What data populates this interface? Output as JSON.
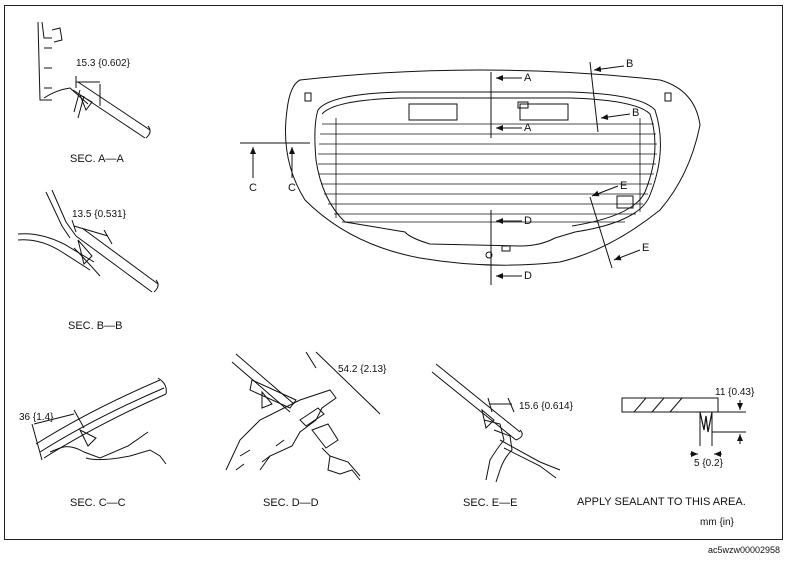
{
  "sections": {
    "a": "SEC. A—A",
    "b": "SEC. B—B",
    "c": "SEC. C—C",
    "d": "SEC. D—D",
    "e": "SEC. E—E"
  },
  "dimensions": {
    "a": "15.3 {0.602}",
    "b": "13.5 {0.531}",
    "c": "36 {1.4}",
    "d": "54.2 {2.13}",
    "e": "15.6 {0.614}",
    "bead_height": "11 {0.43}",
    "bead_width": "5 {0.2}"
  },
  "cut_labels": {
    "a_top": "A",
    "a_bottom": "A",
    "b_top": "B",
    "b_bottom": "B",
    "c_left": "C",
    "c_right": "C",
    "d_top": "D",
    "d_bottom": "D",
    "e_top": "E",
    "e_bottom": "E"
  },
  "notes": {
    "sealant": "APPLY SEALANT TO THIS AREA.",
    "units": "mm {in}"
  },
  "figure_code": "ac5wzw00002958"
}
